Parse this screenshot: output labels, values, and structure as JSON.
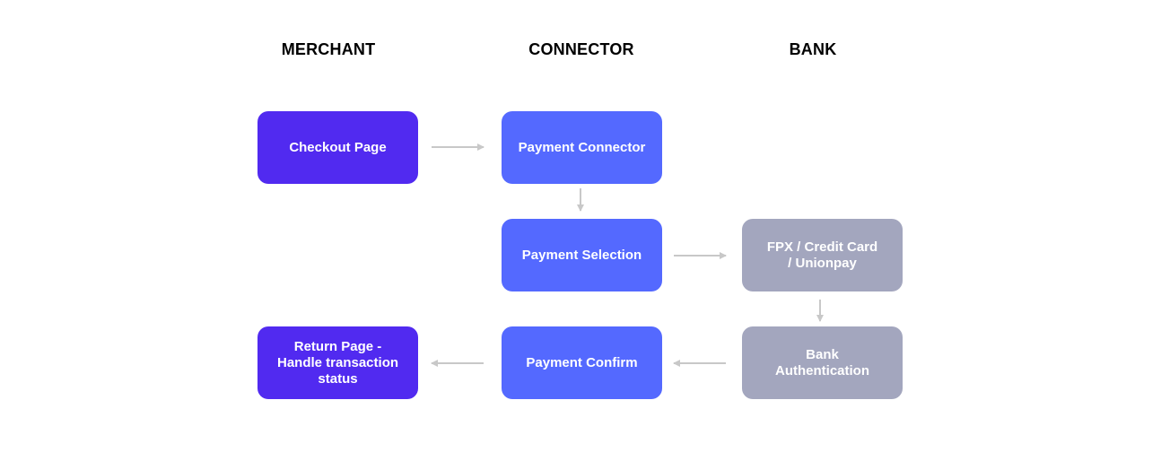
{
  "headers": {
    "merchant": "MERCHANT",
    "connector": "CONNECTOR",
    "bank": "BANK"
  },
  "nodes": {
    "checkout_page": "Checkout Page",
    "payment_connector": "Payment Connector",
    "payment_selection": "Payment Selection",
    "fpx_credit_card": "FPX / Credit Card\n/ Unionpay",
    "bank_authentication": "Bank\nAuthentication",
    "payment_confirm": "Payment Confirm",
    "return_page": "Return Page -\nHandle transaction\nstatus"
  },
  "colors": {
    "merchant": "#512AF0",
    "connector": "#5469FF",
    "bank": "#A3A6BE",
    "arrow": "#C8C8C8"
  },
  "edges": [
    {
      "from": "checkout_page",
      "to": "payment_connector"
    },
    {
      "from": "payment_connector",
      "to": "payment_selection"
    },
    {
      "from": "payment_selection",
      "to": "fpx_credit_card"
    },
    {
      "from": "fpx_credit_card",
      "to": "bank_authentication"
    },
    {
      "from": "bank_authentication",
      "to": "payment_confirm"
    },
    {
      "from": "payment_confirm",
      "to": "return_page"
    }
  ]
}
